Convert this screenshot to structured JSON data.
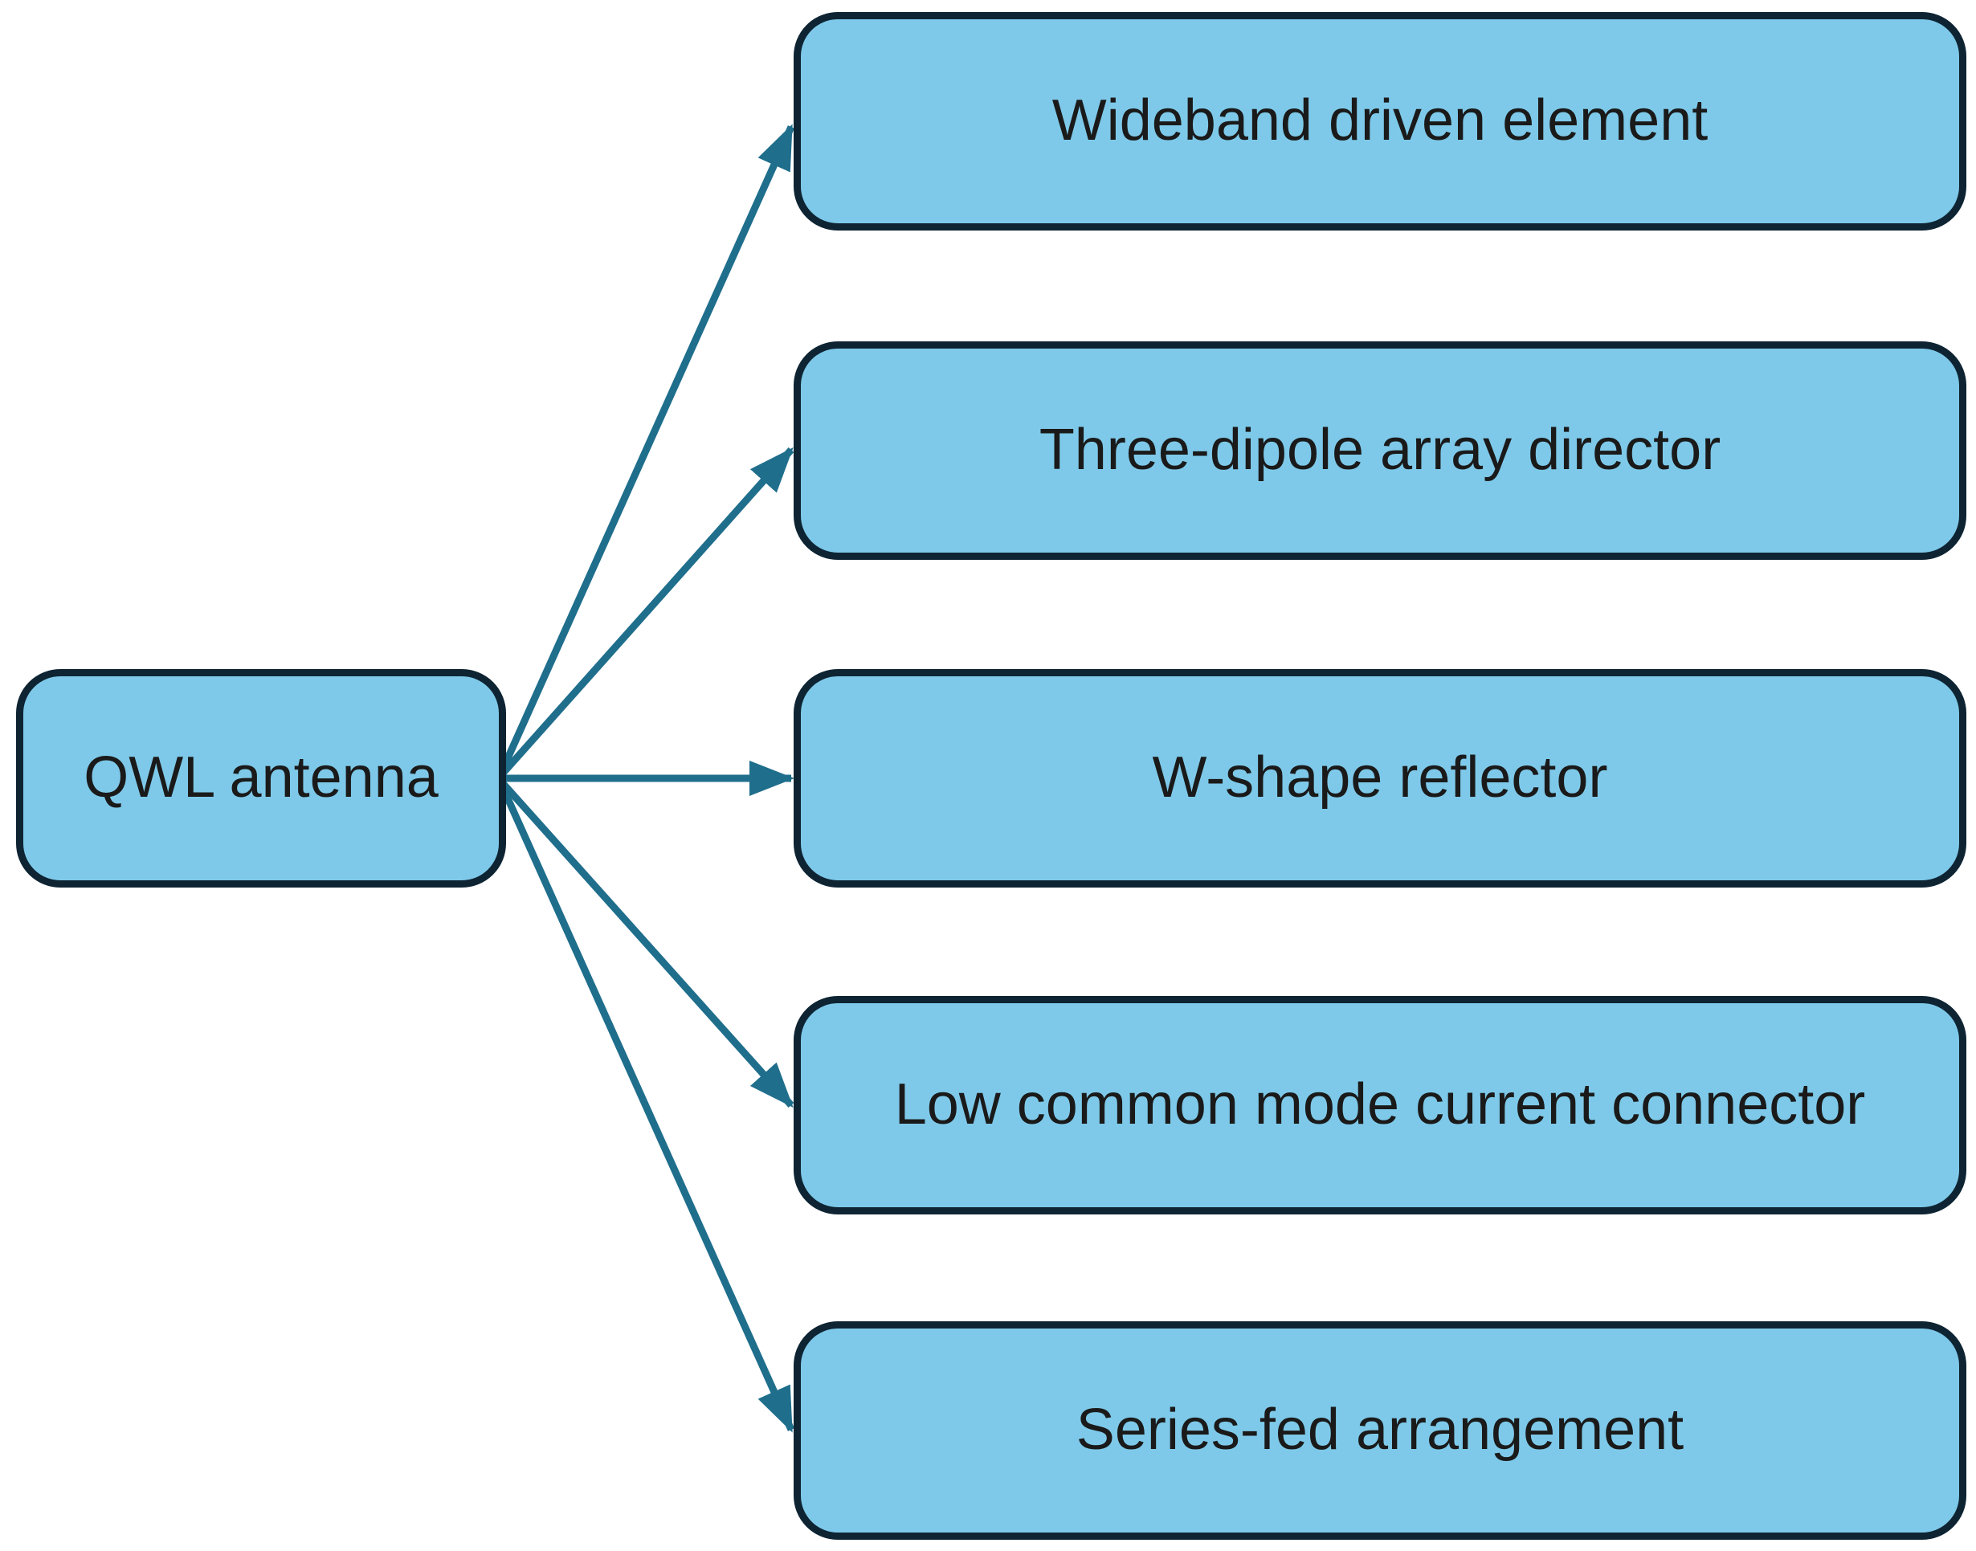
{
  "diagram": {
    "type": "fan-out-flowchart",
    "root": {
      "label": "QWL antenna"
    },
    "children": [
      {
        "label": "Wideband driven element"
      },
      {
        "label": "Three-dipole array director"
      },
      {
        "label": "W-shape reflector"
      },
      {
        "label": "Low common mode current connector"
      },
      {
        "label": "Series-fed arrangement"
      }
    ],
    "edges": [
      {
        "from": "QWL antenna",
        "to": "Wideband driven element"
      },
      {
        "from": "QWL antenna",
        "to": "Three-dipole array director"
      },
      {
        "from": "QWL antenna",
        "to": "W-shape reflector"
      },
      {
        "from": "QWL antenna",
        "to": "Low common mode current connector"
      },
      {
        "from": "QWL antenna",
        "to": "Series-fed arrangement"
      }
    ],
    "colors": {
      "node_fill": "#7EC9E9",
      "node_border": "#0E2433",
      "arrow": "#1F6E8C",
      "text": "#1A1A1A",
      "background": "#FFFFFF"
    }
  }
}
